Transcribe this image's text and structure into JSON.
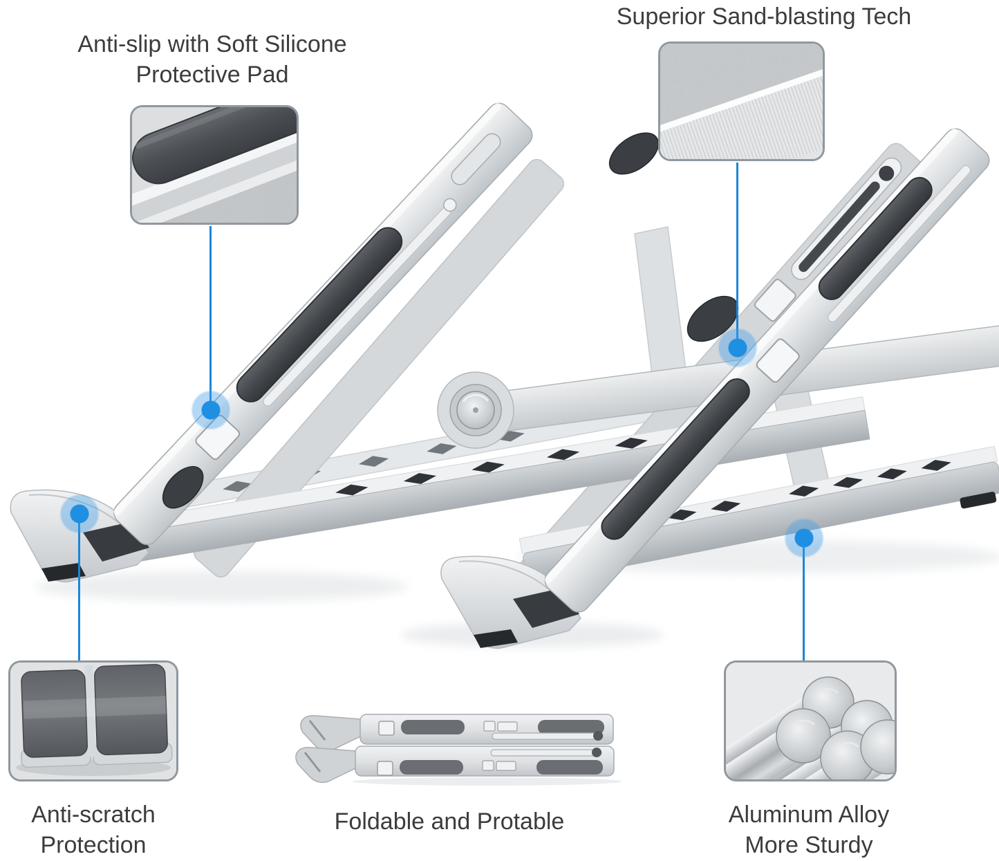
{
  "colors": {
    "background": "#ffffff",
    "text": "#3c3c3c",
    "connector_line": "#1b86d8",
    "marker_dot": "#1f8fe2",
    "callout_border": "#8f989e"
  },
  "callouts": {
    "top_left": {
      "lines": [
        "Anti-slip with Soft Silicone",
        "Protective Pad"
      ],
      "image": "silicone-pad-closeup"
    },
    "top_right": {
      "lines": [
        "Superior Sand-blasting Tech"
      ],
      "image": "sandblasted-surface-closeup"
    },
    "bottom_left": {
      "lines": [
        "Anti-scratch",
        "Protection"
      ],
      "image": "anti-scratch-pads-closeup"
    },
    "bottom_center": {
      "lines": [
        "Foldable and Protable"
      ],
      "image": "folded-stand-photo"
    },
    "bottom_right": {
      "lines": [
        "Aluminum Alloy",
        "More Sturdy"
      ],
      "image": "aluminum-rods-closeup"
    }
  },
  "product": {
    "image": "aluminum-laptop-stand-photo"
  }
}
